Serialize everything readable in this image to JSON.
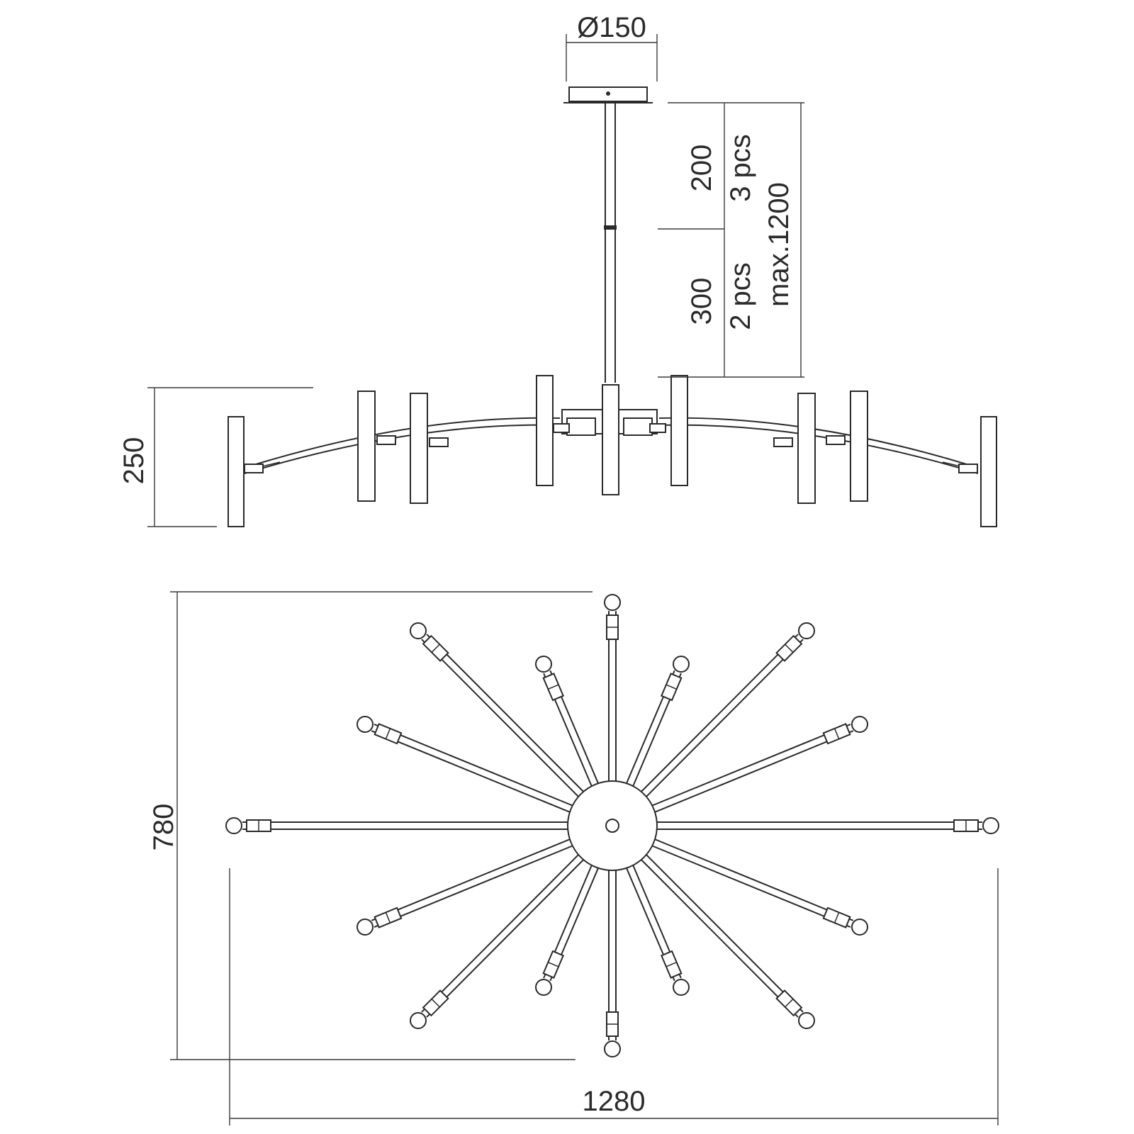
{
  "dimensions": {
    "canopy_diameter": "Ø150",
    "rod_200": "200",
    "rod_200_qty": "3 pcs",
    "rod_300": "300",
    "rod_300_qty": "2 pcs",
    "max_length": "max.1200",
    "height": "250",
    "depth": "780",
    "width": "1280"
  },
  "colors": {
    "line": "#2a2a2a",
    "background": "#ffffff"
  }
}
